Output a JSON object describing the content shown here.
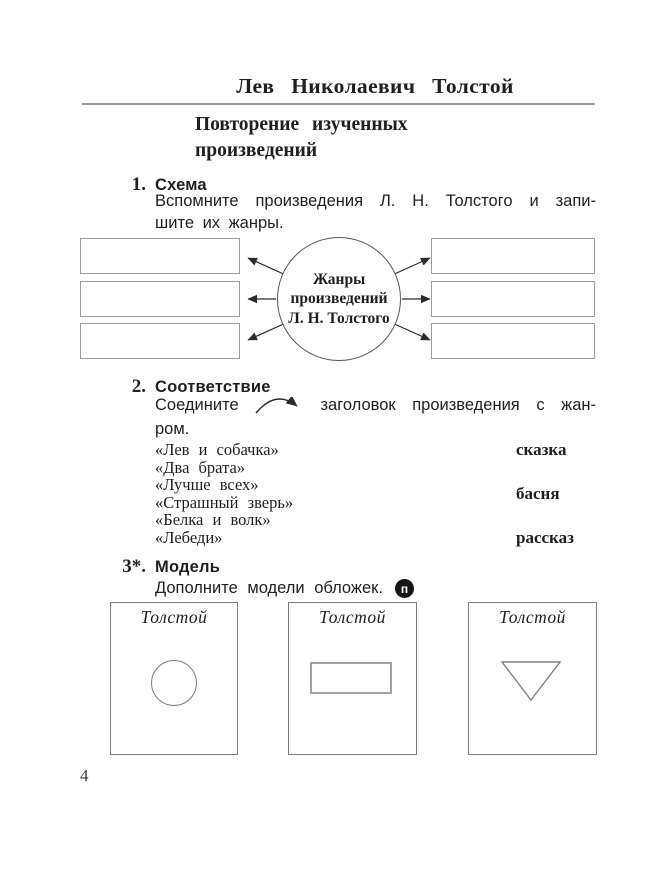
{
  "header": {
    "author_title": "Лев Николаевич Толстой",
    "subtitle_line1": "Повторение изученных",
    "subtitle_line2": "произведений"
  },
  "task1": {
    "number": "1.",
    "title": "Схема",
    "instruction_line1": "Вспомните произведения Л. Н. Толстого и запи-",
    "instruction_line2": "шите их жанры.",
    "diagram": {
      "center_lines": [
        "Жанры",
        "произведений",
        "Л. Н. Толстого"
      ]
    }
  },
  "task2": {
    "number": "2.",
    "title": "Соответствие",
    "instruction_before_arrow": "Соедините",
    "instruction_after_arrow": "заголовок произведения с жан-",
    "instruction_line2": "ром.",
    "work_titles": [
      "«Лев и собачка»",
      "«Два брата»",
      "«Лучше всех»",
      "«Страшный зверь»",
      "«Белка и волк»",
      "«Лебеди»"
    ],
    "genres": [
      "сказка",
      "басня",
      "рассказ"
    ]
  },
  "task3": {
    "number": "3*.",
    "title": "Модель",
    "instruction": "Дополните модели обложек.",
    "badge_letter": "п",
    "covers": [
      {
        "author": "Толстой",
        "shape": "circle"
      },
      {
        "author": "Толстой",
        "shape": "rectangle"
      },
      {
        "author": "Толстой",
        "shape": "triangle"
      }
    ]
  },
  "page": {
    "number": "4"
  },
  "colors": {
    "text": "#1f1f1f",
    "box_border": "#9b9b9b",
    "arrow": "#2a2a2a"
  }
}
